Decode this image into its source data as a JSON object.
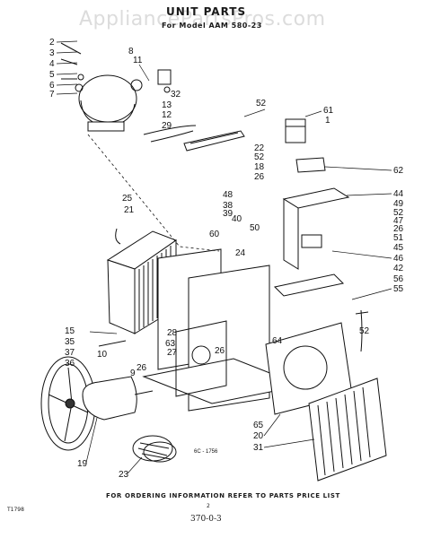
{
  "watermark": "AppliancePartsPros.com",
  "title": "UNIT PARTS",
  "model_line": "For Model AAM 580-23",
  "figure_code": "6C - 1756",
  "footer": "FOR ORDERING INFORMATION REFER TO PARTS PRICE LIST",
  "corner_code": "T1798",
  "page_number": "2",
  "document_code": "370-0-3",
  "callouts": [
    "2",
    "3",
    "4",
    "5",
    "6",
    "7",
    "8",
    "11",
    "13",
    "12",
    "29",
    "32",
    "52",
    "61",
    "1",
    "22",
    "52",
    "18",
    "26",
    "62",
    "25",
    "21",
    "48",
    "38",
    "39",
    "40",
    "60",
    "24",
    "50",
    "44",
    "49",
    "52",
    "47",
    "26",
    "51",
    "45",
    "46",
    "42",
    "56",
    "55",
    "52",
    "15",
    "35",
    "37",
    "36",
    "10",
    "28",
    "63",
    "27",
    "9",
    "26",
    "26",
    "64",
    "65",
    "20",
    "19",
    "23",
    "31"
  ]
}
